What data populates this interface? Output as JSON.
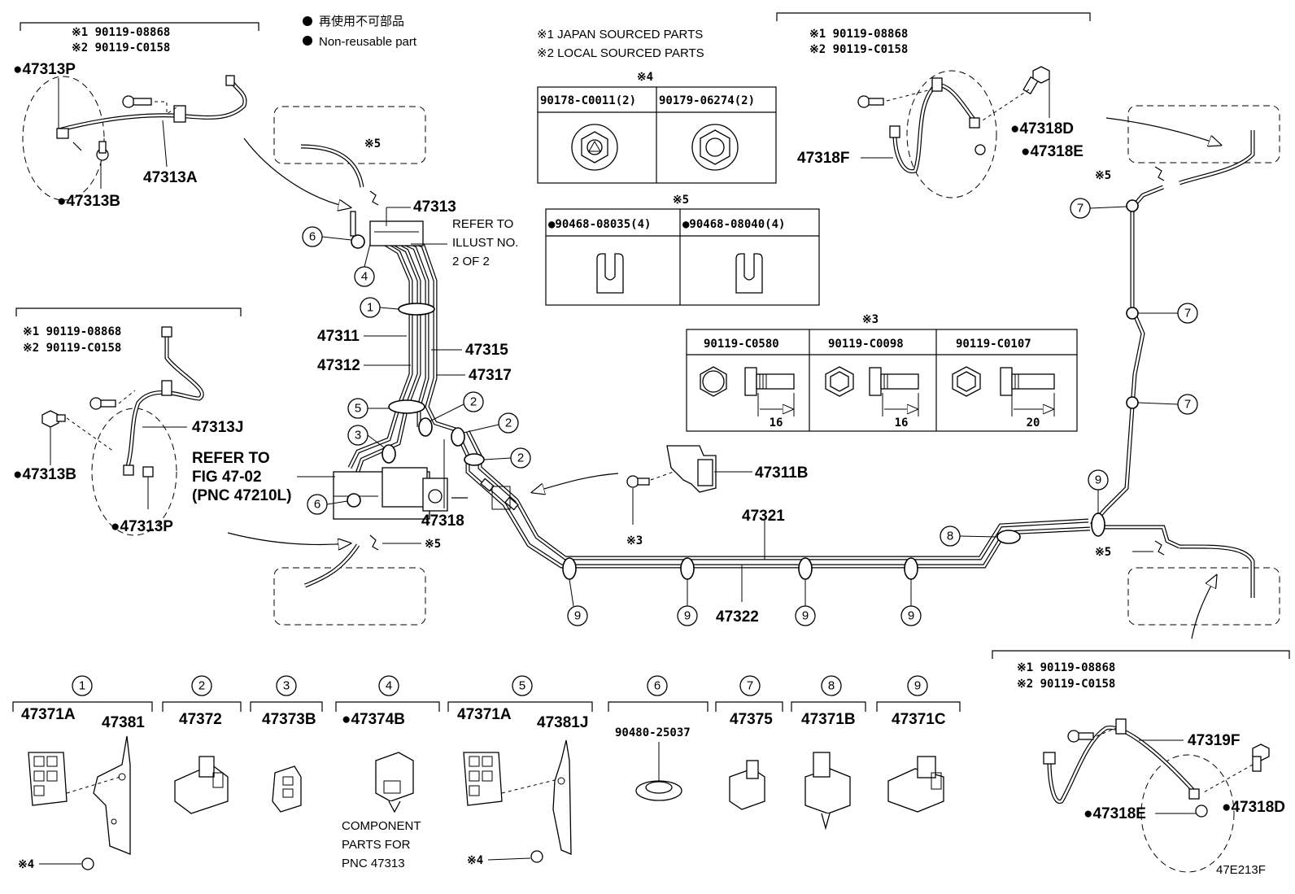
{
  "legend": {
    "symbol_jp": "再使用不可部品",
    "symbol_en": "Non-reusable part"
  },
  "notes": {
    "note1": "※1 JAPAN SOURCED PARTS",
    "note2": "※2 LOCAL SOURCED PARTS"
  },
  "tables": {
    "t4": {
      "mark": "※4",
      "cols": [
        "90178-C0011(2)",
        "90179-06274(2)"
      ]
    },
    "t5": {
      "mark": "※5",
      "cols": [
        "●90468-08035(4)",
        "●90468-08040(4)"
      ]
    },
    "t3": {
      "mark": "※3",
      "cols": [
        "90119-C0580",
        "90119-C0098",
        "90119-C0107"
      ],
      "dims": [
        "16",
        "16",
        "20"
      ]
    }
  },
  "groups": {
    "top_left": {
      "bolt1": "※1 90119-08868",
      "bolt2": "※2 90119-C0158",
      "p1": "●47313P",
      "p2": "47313A",
      "p3": "●47313B"
    },
    "mid_left": {
      "bolt1": "※1 90119-08868",
      "bolt2": "※2 90119-C0158",
      "p1": "●47313B",
      "p2": "47313J",
      "p3": "●47313P"
    },
    "top_right": {
      "bolt1": "※1 90119-08868",
      "bolt2": "※2 90119-C0158",
      "p1": "●47318D",
      "p2": "47318F",
      "p3": "●47318E"
    },
    "bottom_right": {
      "bolt1": "※1 90119-08868",
      "bolt2": "※2 90119-C0158",
      "p1": "47319F",
      "p2": "●47318E",
      "p3": "●47318D"
    }
  },
  "labels": {
    "p47313": "47313",
    "refer1a": "REFER TO",
    "refer1b": "ILLUST NO.",
    "refer1c": "2 OF 2",
    "p47311": "47311",
    "p47312": "47312",
    "p47315": "47315",
    "p47317": "47317",
    "refer2a": "REFER TO",
    "refer2b": "FIG 47-02",
    "refer2c": "(PNC 47210L)",
    "p47318": "47318",
    "p47311b": "47311B",
    "p47321": "47321",
    "p47322": "47322",
    "mark3": "※3",
    "mark5": "※5",
    "code": "47E213F",
    "component_a": "COMPONENT",
    "component_b": "PARTS FOR",
    "component_c": "PNC 47313",
    "mark4": "※4"
  },
  "callouts": [
    "1",
    "2",
    "3",
    "4",
    "5",
    "6",
    "7",
    "8",
    "9"
  ],
  "bottom_parts": [
    {
      "num": "1",
      "parts": [
        "47371A",
        "47381"
      ]
    },
    {
      "num": "2",
      "parts": [
        "47372"
      ]
    },
    {
      "num": "3",
      "parts": [
        "47373B"
      ]
    },
    {
      "num": "4",
      "parts": [
        "●47374B"
      ]
    },
    {
      "num": "5",
      "parts": [
        "47371A",
        "47381J"
      ]
    },
    {
      "num": "6",
      "parts": [
        "90480-25037"
      ]
    },
    {
      "num": "7",
      "parts": [
        "47375"
      ]
    },
    {
      "num": "8",
      "parts": [
        "47371B"
      ]
    },
    {
      "num": "9",
      "parts": [
        "47371C"
      ]
    }
  ]
}
